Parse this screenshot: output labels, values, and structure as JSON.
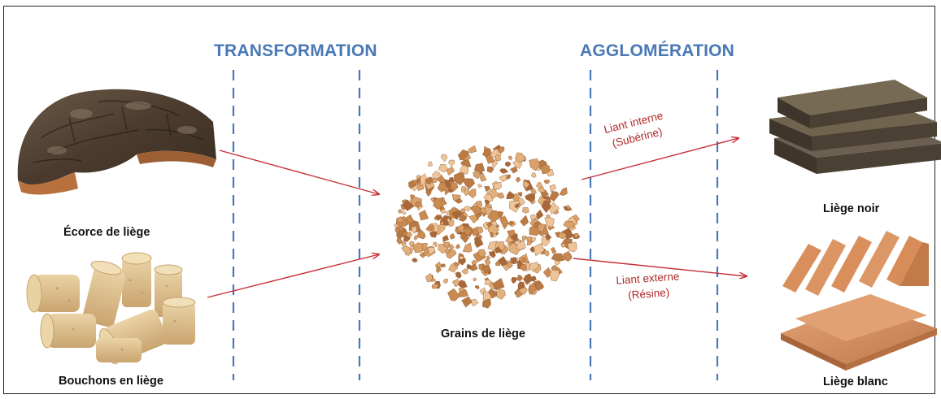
{
  "phases": {
    "transformation": "TRANSFORMATION",
    "agglomeration": "AGGLOMÉRATION"
  },
  "inputs": {
    "bark": "Écorce de liège",
    "corks": "Bouchons en liège"
  },
  "intermediate": {
    "granules": "Grains de liège"
  },
  "binders": {
    "internal_line1": "Liant interne",
    "internal_line2": "(Subérine)",
    "external_line1": "Liant externe",
    "external_line2": "(Résine)"
  },
  "outputs": {
    "black_cork": "Liège noir",
    "white_cork": "Liège blanc"
  },
  "colors": {
    "phase_label": "#4a78b6",
    "divider": "#4a78b6",
    "arrow": "#c62f38",
    "binder_text": "#b02a2a"
  }
}
